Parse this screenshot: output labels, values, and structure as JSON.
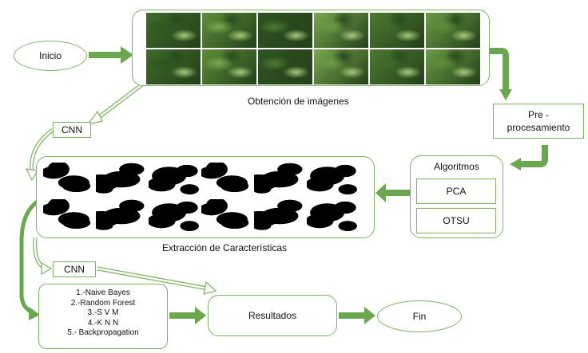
{
  "nodes": {
    "start": "Inicio",
    "acquisition_caption": "Obtención de imágenes",
    "preprocessing": "Pre -\nprocesamiento",
    "algorithms_title": "Algoritmos",
    "pca": "PCA",
    "otsu": "OTSU",
    "cnn_top": "CNN",
    "features_caption": "Extracción de Características",
    "cnn_bottom": "CNN",
    "results": "Resultados",
    "end": "Fin"
  },
  "classifiers": [
    "1.-Naive Bayes",
    "2.-Random Forest",
    "3.-S V M",
    "4.-K N N",
    "5.- Backpropagation"
  ],
  "colors": {
    "accent": "#6aa84f",
    "border": "#7db464"
  }
}
